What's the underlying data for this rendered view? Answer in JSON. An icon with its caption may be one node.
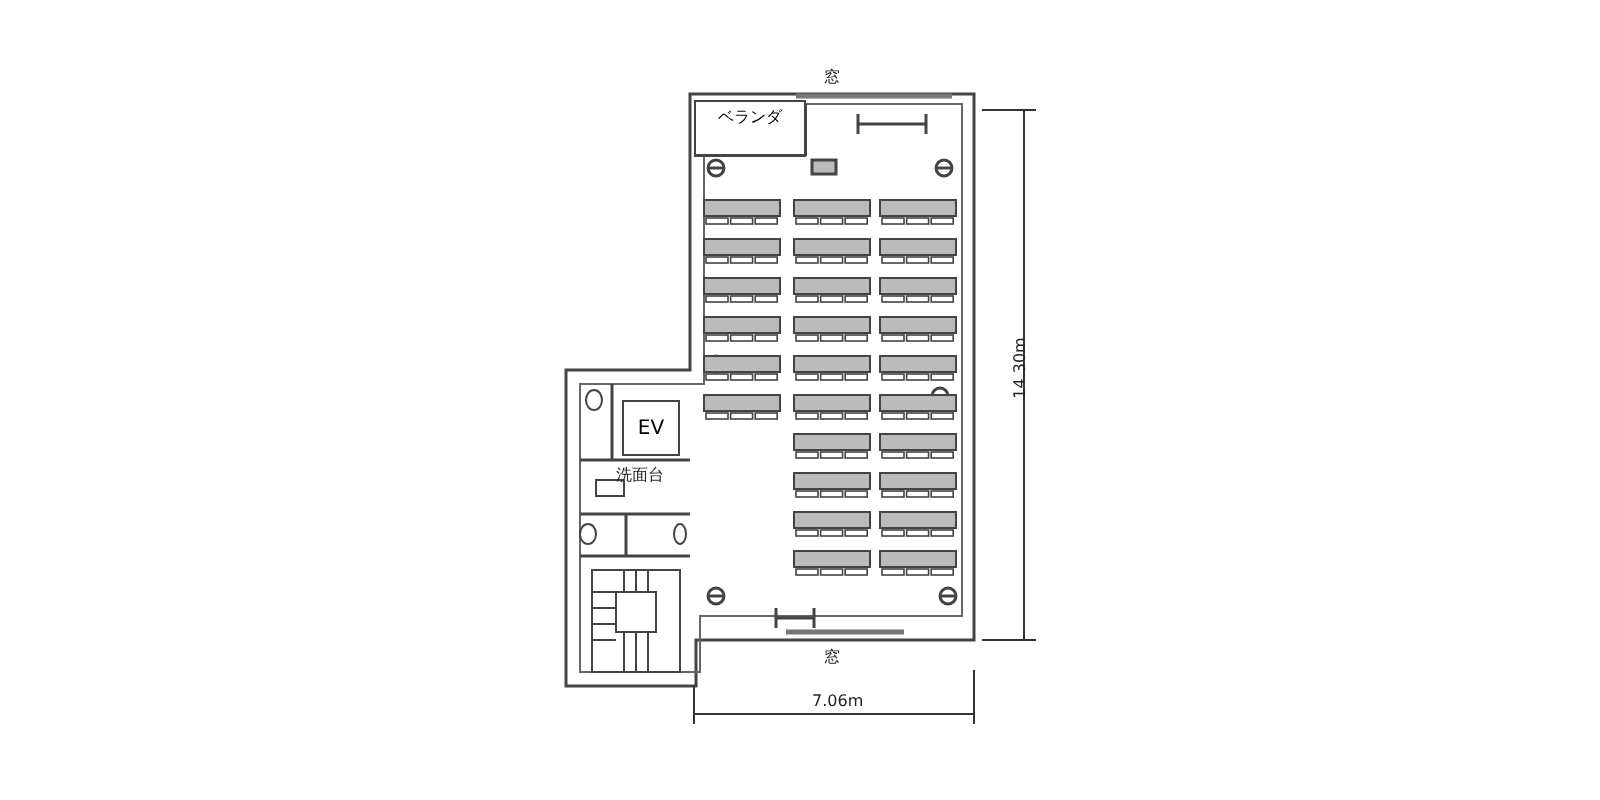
{
  "diagram": {
    "nodes": [
      {
        "text": [
          "ベランダ"
        ]
      },
      {
        "text": [
          "EV"
        ]
      }
    ],
    "labels": [
      "窓",
      "洗面台",
      "窓",
      "14.30m",
      "7.06m"
    ]
  }
}
